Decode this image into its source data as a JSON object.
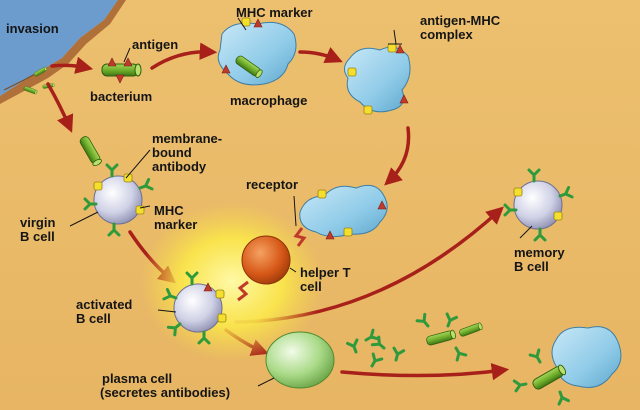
{
  "labels": {
    "invasion": "invasion",
    "antigen": "antigen",
    "bacterium": "bacterium",
    "mhc_marker_top": "MHC marker",
    "macrophage": "macrophage",
    "antigen_mhc_l1": "antigen-MHC",
    "antigen_mhc_l2": "complex",
    "membrane_l1": "membrane-",
    "membrane_l2": "bound",
    "membrane_l3": "antibody",
    "virgin_l1": "virgin",
    "virgin_l2": "B cell",
    "mhc_l1": "MHC",
    "mhc_l2": "marker",
    "receptor": "receptor",
    "helper_l1": "helper T",
    "helper_l2": "cell",
    "memory_l1": "memory",
    "memory_l2": "B cell",
    "activated_l1": "activated",
    "activated_l2": "B cell",
    "plasma_l1": "plasma cell",
    "plasma_l2": "(secretes antibodies)"
  },
  "colors": {
    "background": "#e9b968",
    "arrow": "#a8201a",
    "macrophage": "#8fcbe8",
    "bacterium": "#6cab2a",
    "b_cell": "#d7d9ea",
    "helper_t": "#d8581a",
    "plasma_cell": "#a9d98a",
    "mhc_marker": "#f4df2e",
    "antigen_marker": "#c0392b",
    "antibody": "#2f9a3c",
    "skin": "#6c9ccd"
  }
}
